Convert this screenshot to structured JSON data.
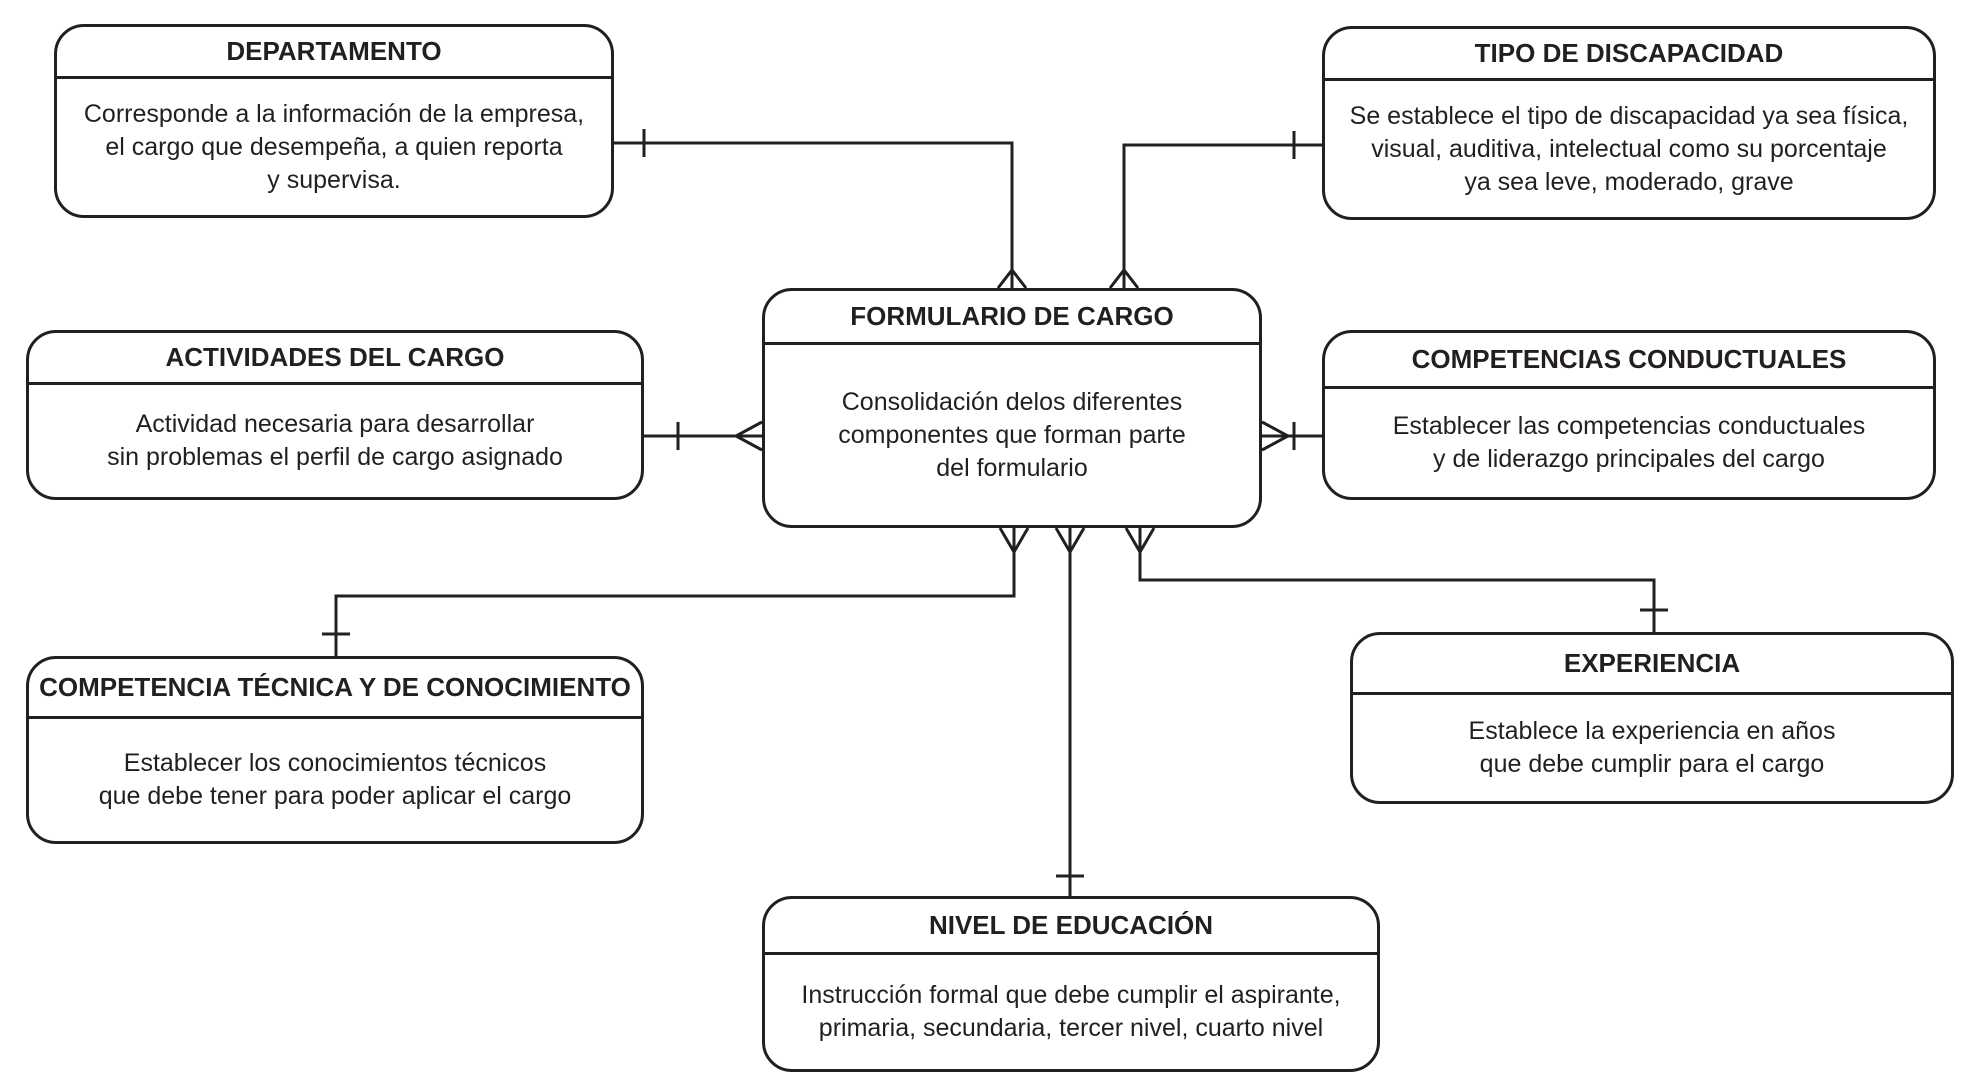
{
  "entities": {
    "departamento": {
      "title": "DEPARTAMENTO",
      "lines": [
        "Corresponde a la información de la empresa,",
        "el cargo que desempeña, a quien reporta",
        "y supervisa."
      ]
    },
    "discapacidad": {
      "title": "TIPO DE DISCAPACIDAD",
      "lines": [
        "Se establece el tipo de discapacidad ya sea física,",
        "visual, auditiva, intelectual como su porcentaje",
        "ya sea leve, moderado, grave"
      ]
    },
    "formulario": {
      "title": "FORMULARIO DE CARGO",
      "lines": [
        "Consolidación delos diferentes",
        "componentes que forman parte",
        "del formulario"
      ]
    },
    "actividades": {
      "title": "ACTIVIDADES DEL CARGO",
      "lines": [
        "Actividad necesaria para desarrollar",
        "sin problemas el perfil de cargo asignado"
      ]
    },
    "competencias_conductuales": {
      "title": "COMPETENCIAS CONDUCTUALES",
      "lines": [
        "Establecer las competencias conductuales",
        "y de liderazgo principales del cargo"
      ]
    },
    "competencia_tecnica": {
      "title": "COMPETENCIA TÉCNICA Y DE CONOCIMIENTO",
      "lines": [
        "Establecer los conocimientos técnicos",
        "que debe tener para poder aplicar el cargo"
      ]
    },
    "experiencia": {
      "title": "EXPERIENCIA",
      "lines": [
        "Establece la experiencia en años",
        "que debe cumplir para el cargo"
      ]
    },
    "educacion": {
      "title": "NIVEL DE EDUCACIÓN",
      "lines": [
        "Instrucción formal que debe cumplir el aspirante,",
        "primaria, secundaria, tercer nivel, cuarto nivel"
      ]
    }
  },
  "relationships": [
    {
      "from": "formulario",
      "to": "departamento",
      "from_end": "many",
      "to_end": "one"
    },
    {
      "from": "formulario",
      "to": "discapacidad",
      "from_end": "many",
      "to_end": "one"
    },
    {
      "from": "formulario",
      "to": "actividades",
      "from_end": "many",
      "to_end": "one"
    },
    {
      "from": "formulario",
      "to": "competencias_conductuales",
      "from_end": "many",
      "to_end": "one"
    },
    {
      "from": "formulario",
      "to": "competencia_tecnica",
      "from_end": "many",
      "to_end": "one"
    },
    {
      "from": "formulario",
      "to": "educacion",
      "from_end": "many",
      "to_end": "one"
    },
    {
      "from": "formulario",
      "to": "experiencia",
      "from_end": "many",
      "to_end": "one"
    }
  ],
  "colors": {
    "stroke": "#231f20",
    "background": "#ffffff"
  }
}
